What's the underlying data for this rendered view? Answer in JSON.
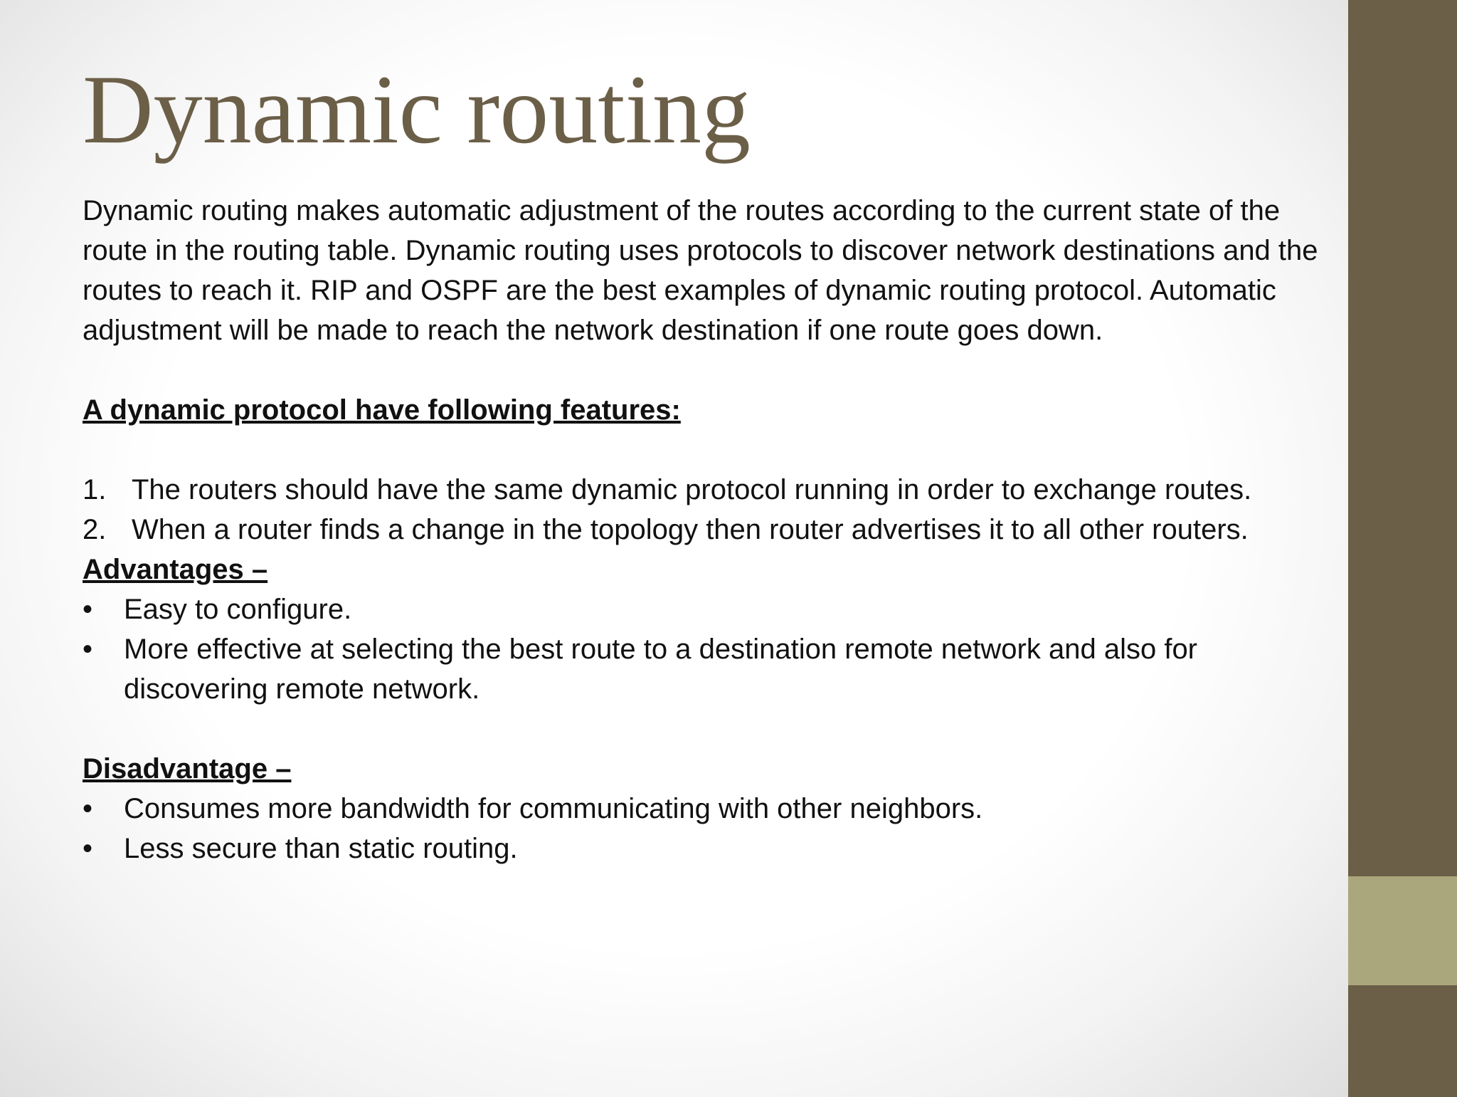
{
  "slide": {
    "title": "Dynamic routing",
    "intro": "Dynamic routing makes automatic adjustment of the routes according to the current state of the route in the routing table. Dynamic routing uses protocols to discover network destinations and the routes to reach it. RIP and OSPF are the best examples of dynamic routing protocol. Automatic adjustment will be made to reach the network destination if one route goes down.",
    "features_heading": "A dynamic protocol have following features:",
    "features": [
      {
        "marker": "1.",
        "text": "The routers should have the same dynamic protocol running in order to exchange routes."
      },
      {
        "marker": "2.",
        "text": "When a router finds a change in the topology then router advertises it to all other routers."
      }
    ],
    "advantages_heading": "Advantages –",
    "advantages": [
      {
        "marker": "•",
        "text": "Easy to configure."
      },
      {
        "marker": "•",
        "text": "More effective at selecting the best route to a destination remote network and also for discovering remote network."
      }
    ],
    "disadvantages_heading": "Disadvantage –",
    "disadvantages": [
      {
        "marker": "•",
        "text": "Consumes more bandwidth for communicating with other neighbors."
      },
      {
        "marker": "•",
        "text": "Less secure than static routing."
      }
    ]
  },
  "theme": {
    "title_color": "#6c5f48",
    "sidebar_color": "#6c5f48",
    "sidebar_accent_color": "#aba77c",
    "text_color": "#111111"
  }
}
